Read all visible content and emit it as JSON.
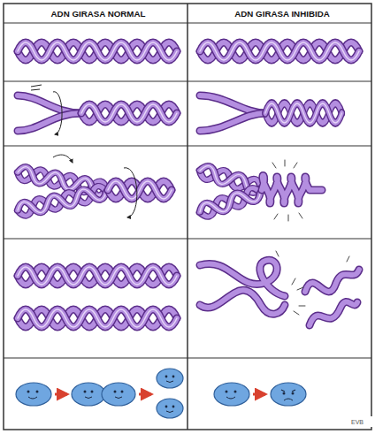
{
  "diagram": {
    "labels": [
      "ADN GIRASA NORMAL",
      "ADN GIRASA INHIBIDA",
      "EVB"
    ]
  }
}
